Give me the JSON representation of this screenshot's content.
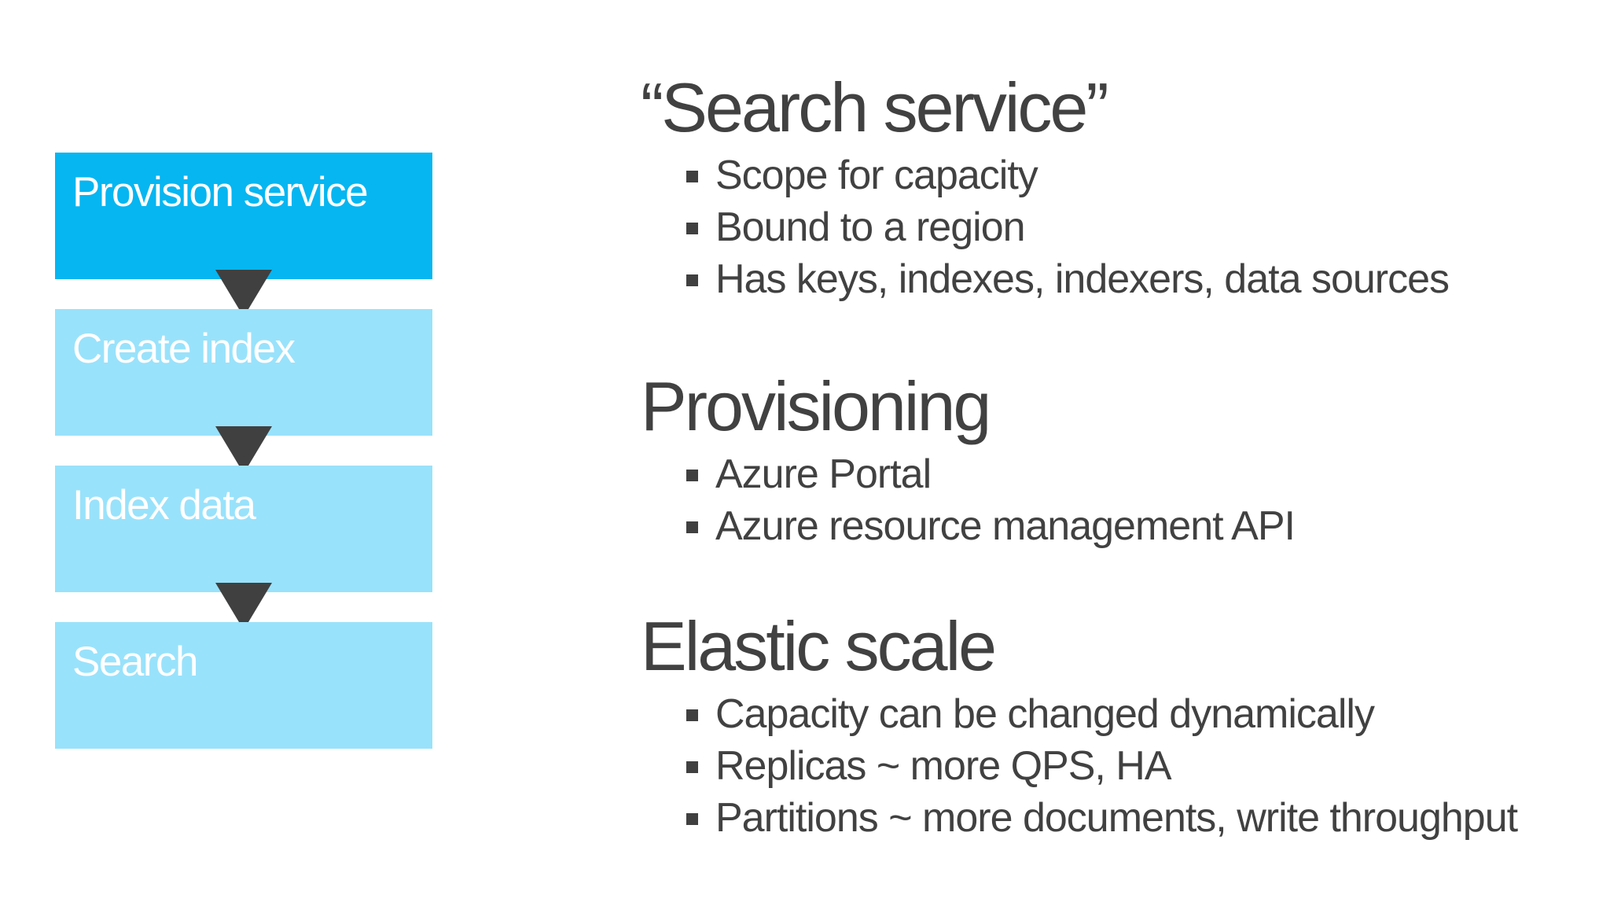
{
  "slide": {
    "flow": {
      "steps": [
        {
          "label": "Provision service"
        },
        {
          "label": "Create index"
        },
        {
          "label": "Index data"
        },
        {
          "label": "Search"
        }
      ]
    },
    "sections": [
      {
        "title": "“Search service”",
        "bullets": [
          "Scope for capacity",
          "Bound to a region",
          "Has keys, indexes, indexers, data sources"
        ]
      },
      {
        "title": "Provisioning",
        "bullets": [
          "Azure Portal",
          "Azure resource management API"
        ]
      },
      {
        "title": "Elastic scale",
        "bullets": [
          "Capacity can be changed dynamically",
          "Replicas ~ more QPS, HA",
          "Partitions ~ more documents, write throughput"
        ]
      }
    ],
    "colors": {
      "step_primary": "#06B6F1",
      "step_light": "#99E2FB",
      "arrow": "#404040",
      "text": "#414141",
      "step_label": "#FFFFFF"
    }
  }
}
